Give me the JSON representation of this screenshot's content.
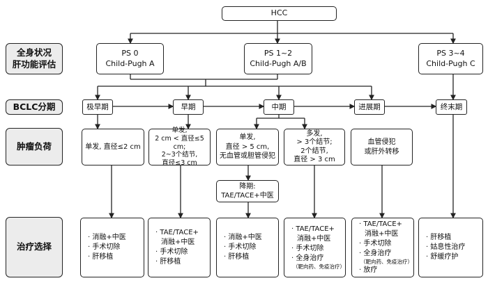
{
  "root": "HCC",
  "row_labels": {
    "status": "全身状况\n肝功能评估",
    "bclc": "BCLC分期",
    "tumor": "肿瘤负荷",
    "treatment": "治疗选择"
  },
  "ps": [
    "PS 0\nChild-Pugh A",
    "PS 1~2\nChild-Pugh A/B",
    "PS 3~4\nChild-Pugh C"
  ],
  "stages": [
    "极早期",
    "早期",
    "中期",
    "进展期",
    "终末期"
  ],
  "tumor": [
    "单发, 直径≤2 cm",
    "单发,\n2 cm < 直径≤5 cm;\n2~3个结节,\n直径≤3 cm",
    "单发,\n直径 > 5 cm,\n无血管或胆管侵犯",
    "多发,\n> 3个结节;\n2个结节,\n直径 > 3 cm",
    "血管侵犯\n或肝外转移"
  ],
  "downstage": "降期:\nTAE/TACE+中医",
  "treatments": [
    [
      {
        "t": "消融+中医",
        "k": "b"
      },
      {
        "t": "手术切除",
        "k": "b"
      },
      {
        "t": "肝移植",
        "k": "b"
      }
    ],
    [
      {
        "t": "TAE/TACE+",
        "k": "b"
      },
      {
        "t": "消融+中医",
        "k": "c"
      },
      {
        "t": "手术切除",
        "k": "b"
      },
      {
        "t": "肝移植",
        "k": "b"
      }
    ],
    [
      {
        "t": "消融+中医",
        "k": "b"
      },
      {
        "t": "手术切除",
        "k": "b"
      },
      {
        "t": "肝移植",
        "k": "b"
      }
    ],
    [
      {
        "t": "TAE/TACE+",
        "k": "b"
      },
      {
        "t": "消融+中医",
        "k": "c"
      },
      {
        "t": "手术切除",
        "k": "b"
      },
      {
        "t": "全身治疗",
        "k": "b"
      },
      {
        "t": "（靶向药、免疫治疗）",
        "k": "sub"
      }
    ],
    [
      {
        "t": "TAE/TACE+",
        "k": "b"
      },
      {
        "t": "消融+中医",
        "k": "c"
      },
      {
        "t": "手术切除",
        "k": "b"
      },
      {
        "t": "全身治疗",
        "k": "b"
      },
      {
        "t": "（靶向药、免疫治疗）",
        "k": "sub"
      },
      {
        "t": "放疗",
        "k": "b"
      }
    ],
    [
      {
        "t": "肝移植",
        "k": "b"
      },
      {
        "t": "姑息性治疗",
        "k": "b"
      },
      {
        "t": "舒缓疗护",
        "k": "b"
      }
    ]
  ]
}
